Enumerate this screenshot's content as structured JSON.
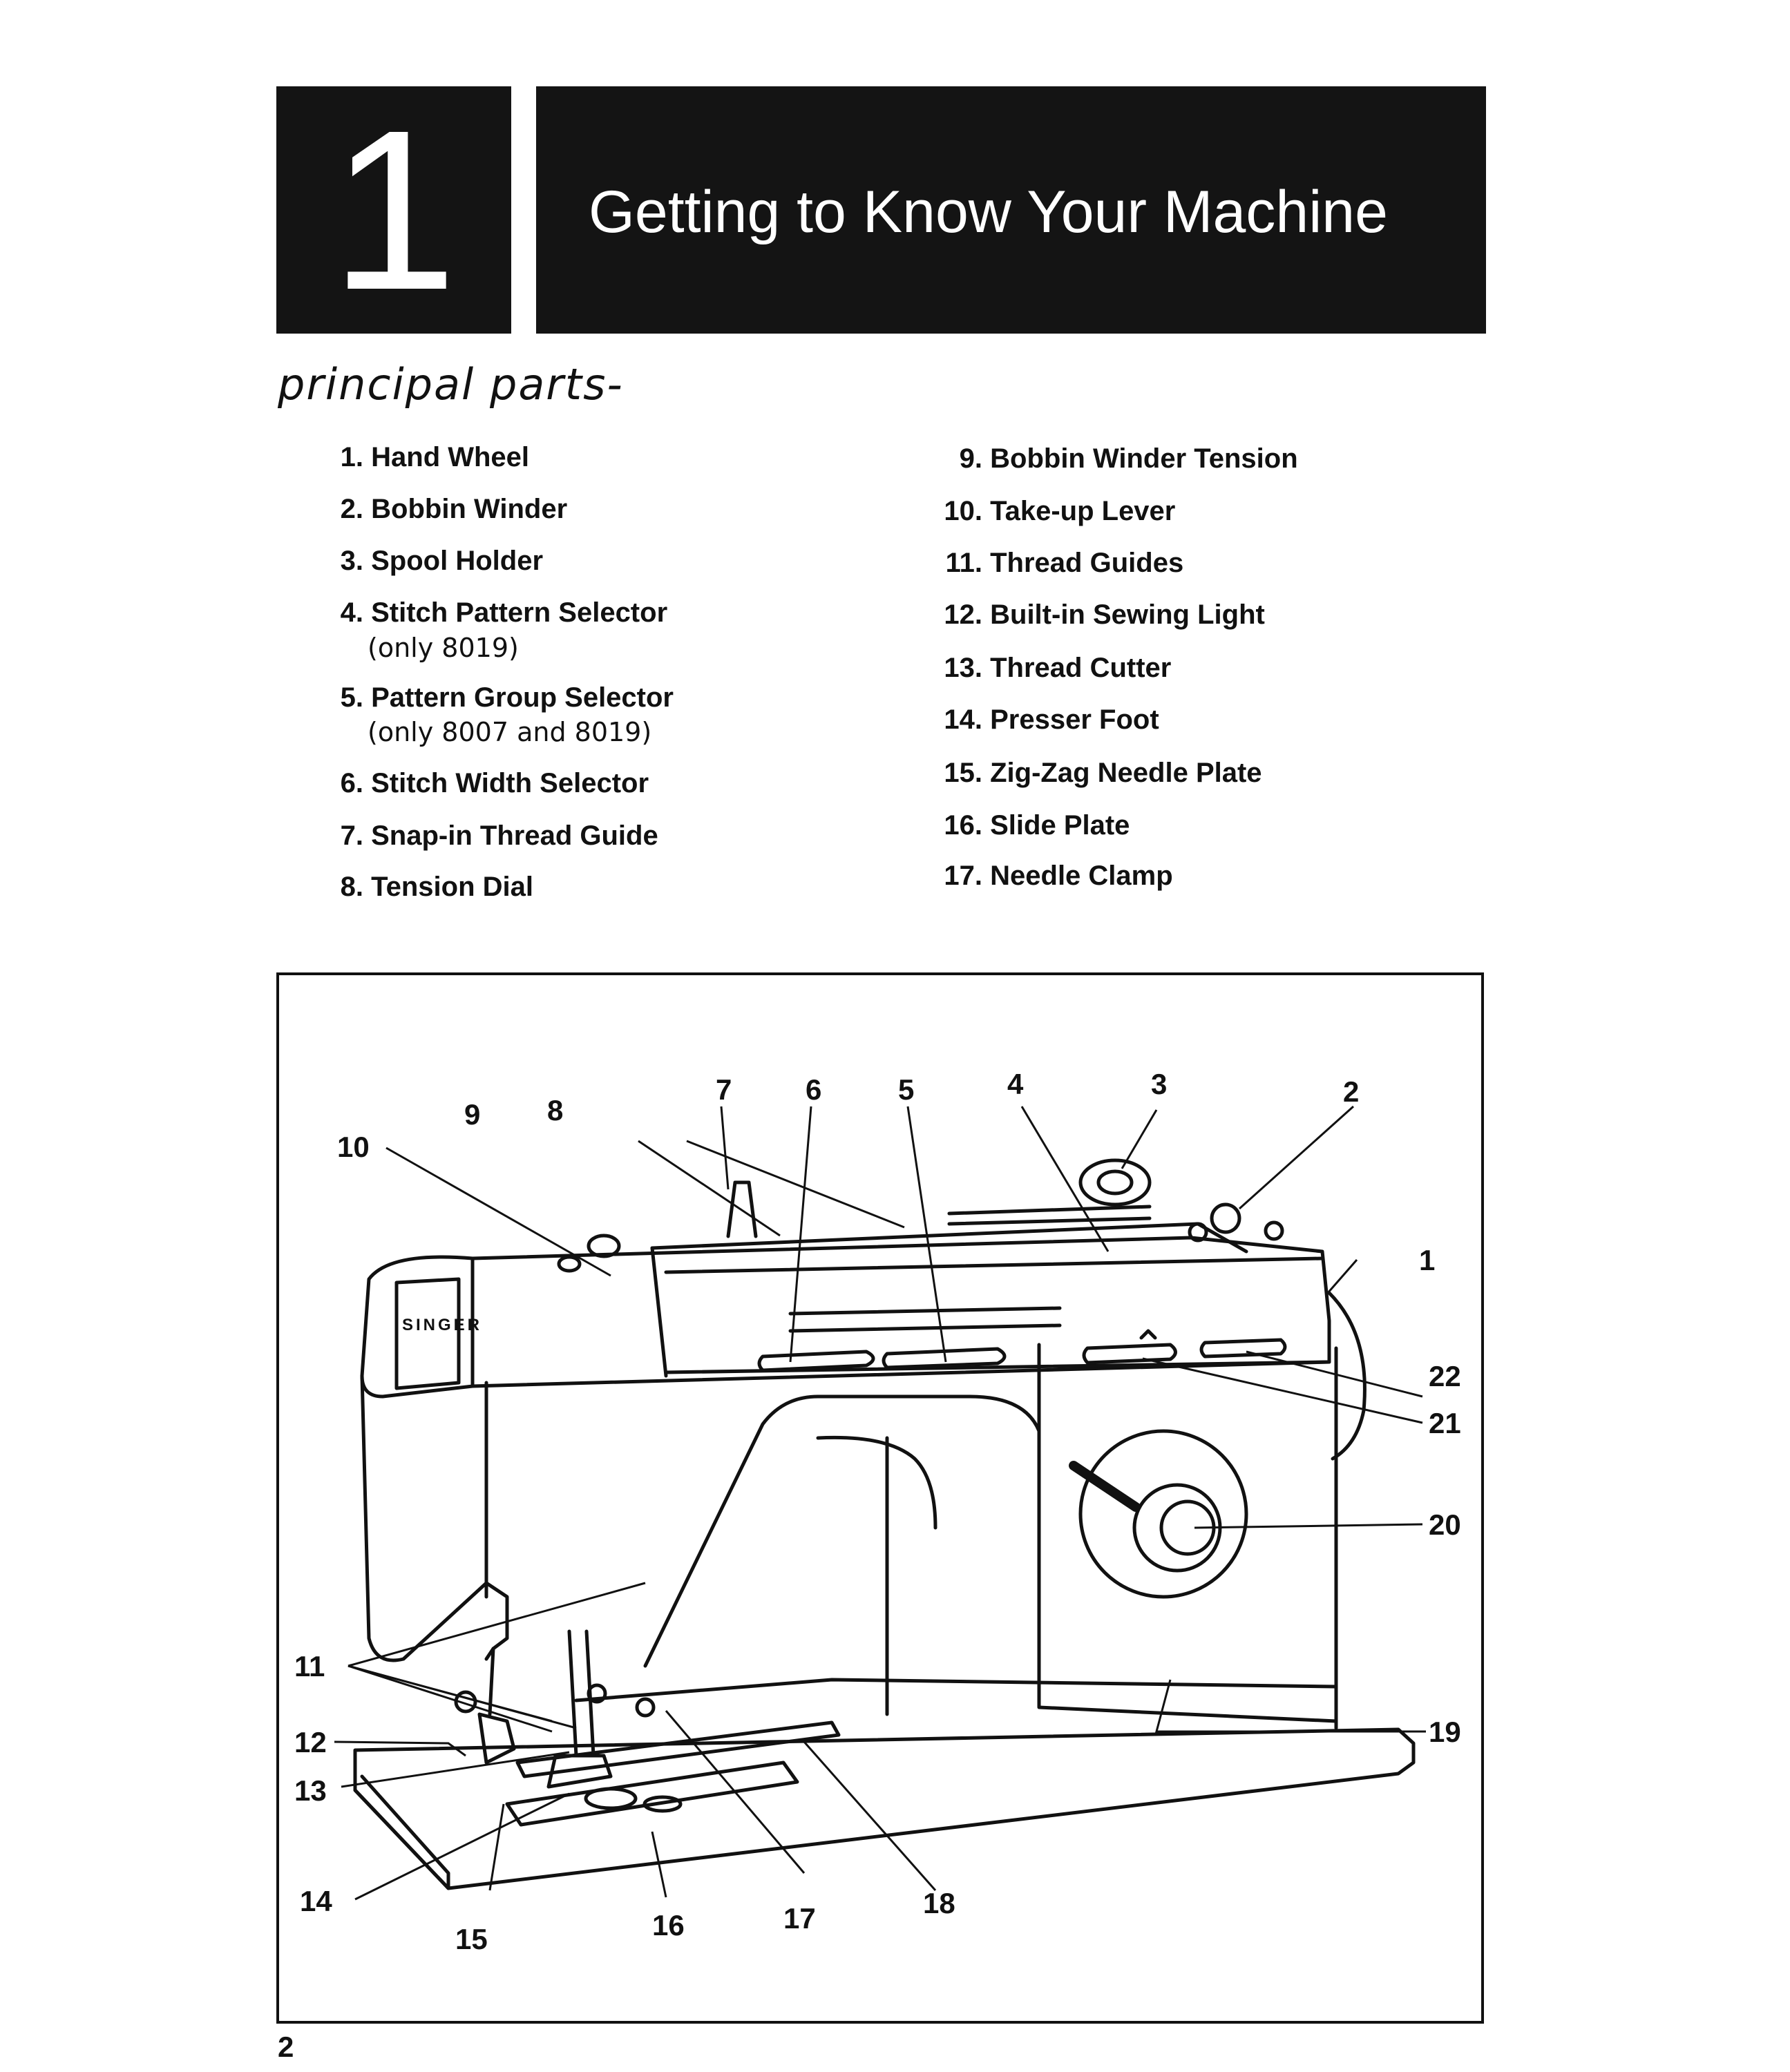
{
  "header": {
    "chapter_number": "1",
    "chapter_title": "Getting to Know Your Machine"
  },
  "subtitle": "principal parts-",
  "parts_left": [
    {
      "num": "1.",
      "label": "Hand Wheel"
    },
    {
      "num": "2.",
      "label": "Bobbin Winder"
    },
    {
      "num": "3.",
      "label": "Spool Holder"
    },
    {
      "num": "4.",
      "label": "Stitch Pattern Selector",
      "note": "(only 8019)"
    },
    {
      "num": "5.",
      "label": "Pattern Group Selector",
      "note": "(only 8007 and 8019)"
    },
    {
      "num": "6.",
      "label": "Stitch Width Selector"
    },
    {
      "num": "7.",
      "label": "Snap-in Thread Guide"
    },
    {
      "num": "8.",
      "label": "Tension Dial"
    }
  ],
  "parts_right": [
    {
      "num": "9.",
      "label": "Bobbin Winder Tension"
    },
    {
      "num": "10.",
      "label": "Take-up Lever"
    },
    {
      "num": "11.",
      "label": "Thread Guides"
    },
    {
      "num": "12.",
      "label": "Built-in Sewing Light"
    },
    {
      "num": "13.",
      "label": "Thread Cutter"
    },
    {
      "num": "14.",
      "label": "Presser Foot"
    },
    {
      "num": "15.",
      "label": "Zig-Zag Needle Plate"
    },
    {
      "num": "16.",
      "label": "Slide Plate"
    },
    {
      "num": "17.",
      "label": "Needle Clamp"
    }
  ],
  "figure": {
    "brand": "SINGER",
    "callouts": [
      "1",
      "2",
      "3",
      "4",
      "5",
      "6",
      "7",
      "8",
      "9",
      "10",
      "11",
      "12",
      "13",
      "14",
      "15",
      "16",
      "17",
      "18",
      "19",
      "20",
      "21",
      "22"
    ]
  },
  "page_number": "2"
}
